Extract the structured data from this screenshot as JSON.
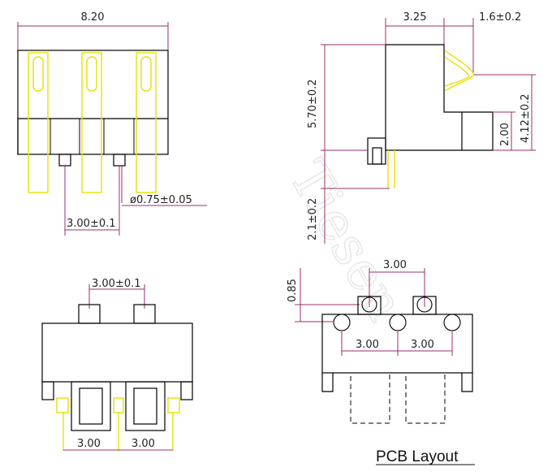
{
  "colors": {
    "outline": "#000000",
    "pin": "#e6e000",
    "dimension": "#9b2f6b",
    "background": "#ffffff"
  },
  "views": {
    "front": {
      "width_label": "8.20",
      "pitch_label": "3.00±0.1",
      "pin_dia_label": "ø0.75±0.05"
    },
    "side": {
      "width_label": "3.25",
      "contact_label": "1.6±0.2",
      "height_label": "5.70±0.2",
      "contact_height_label": "4.12±0.2",
      "step_label": "2.00",
      "pin_length_label": "2.1±0.2"
    },
    "bottom": {
      "pitch_label": "3.00±0.1",
      "pad_left_label": "3.00",
      "pad_right_label": "3.00"
    },
    "pcb": {
      "title": "PCB Layout",
      "offset_label": "0.85",
      "top_pitch_label": "3.00",
      "pitch_left_label": "3.00",
      "pitch_right_label": "3.00"
    }
  },
  "watermark": {
    "text": "Tiesen"
  }
}
